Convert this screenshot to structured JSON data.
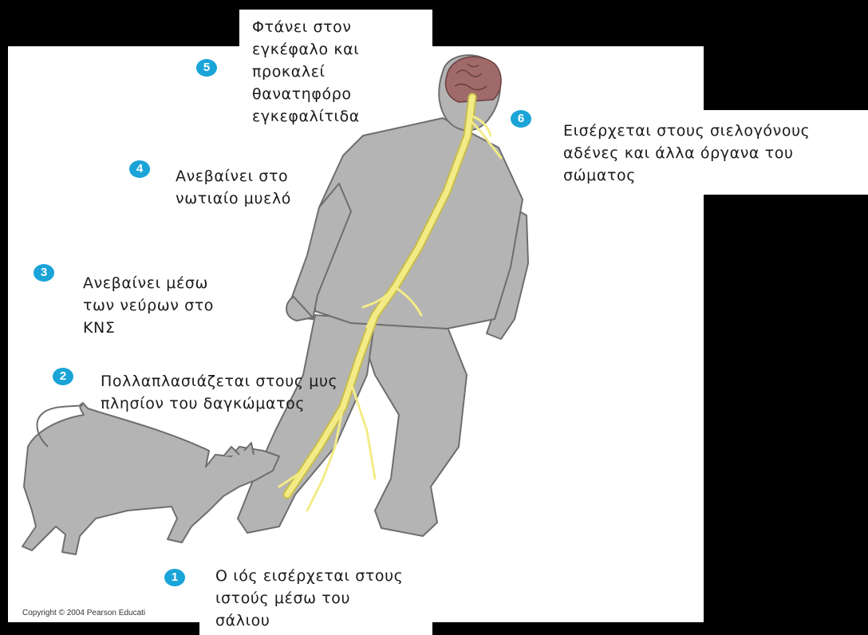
{
  "colors": {
    "badge": "#1aa4d8",
    "body": "#b4b4b4",
    "outline": "#6e6e6e",
    "nerve": "#f3ec86",
    "nerve_edge": "#c9bd4a",
    "brain": "#a06a6a"
  },
  "steps": [
    {
      "number": "1",
      "text": "Ο ιός εισέρχεται στους\nιστούς μέσω του\nσάλιου"
    },
    {
      "number": "2",
      "text": "Πολλαπλασιάζεται στους μυς\nπλησίον του δαγκώματος"
    },
    {
      "number": "3",
      "text": "Ανεβαίνει μέσω\nτων νεύρων στο\nΚΝΣ"
    },
    {
      "number": "4",
      "text": "Ανεβαίνει στο\nνωτιαίο μυελό"
    },
    {
      "number": "5",
      "text": "Φτάνει στον\nεγκέφαλο και\nπροκαλεί\nθανατηφόρο\nεγκεφαλίτιδα"
    },
    {
      "number": "6",
      "text": "Εισέρχεται στους σιελογόνους\nαδένες και άλλα όργανα του\nσώματος"
    }
  ],
  "copyright": "Copyright © 2004 Pearson Educati",
  "icons": {
    "human": "human-figure-icon",
    "dog": "dog-icon",
    "brain": "brain-icon",
    "nerves": "nerve-pathway-icon"
  }
}
